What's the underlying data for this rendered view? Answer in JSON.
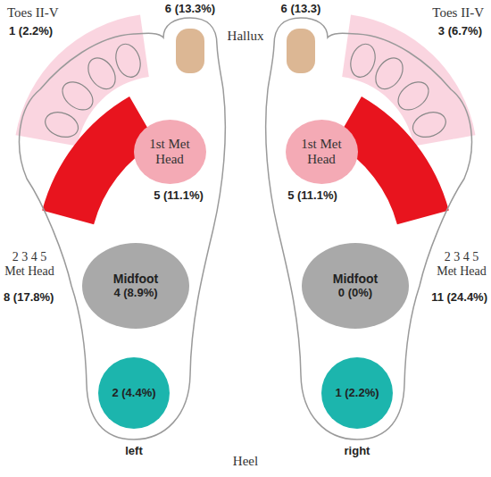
{
  "diagram": {
    "nodes": [
      {
        "text": [
          "1st Met Head",
          "5 (11.1%)"
        ]
      },
      {
        "text": [
          "1st Met Head",
          "5 (11.1%)"
        ]
      },
      {
        "text": [
          "Midfoot",
          "4 (8.9%)"
        ]
      },
      {
        "text": [
          "Midfoot",
          "0 (0%)"
        ]
      },
      {
        "text": [
          "2 (4.4%)"
        ]
      },
      {
        "text": [
          "1 (2.2%)"
        ]
      }
    ],
    "labels": [
      "Toes II-V",
      "6 (13.3%)",
      "Hallux",
      "6 (13.3)",
      "Toes II-V",
      "1 (2.2%)",
      "3 (6.7%)",
      "2 3 4 5 Met Head",
      "8 (17.8%)",
      "2 3 4 5 Met Head",
      "11 (24.4%)",
      "left",
      "Heel",
      "right"
    ]
  }
}
